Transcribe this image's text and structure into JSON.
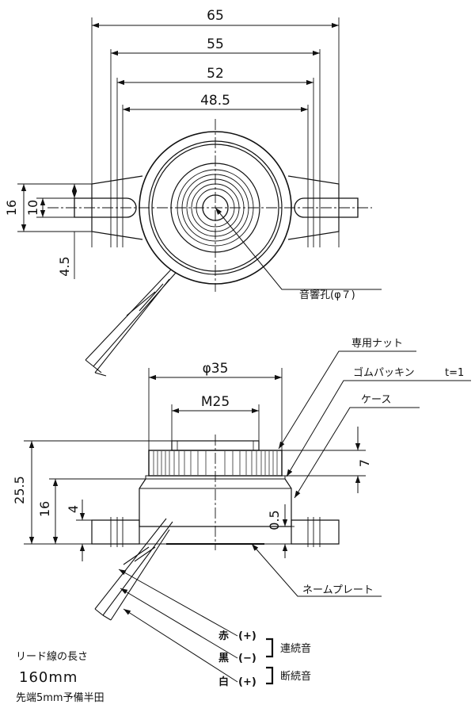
{
  "top_view": {
    "dims": {
      "d65": "65",
      "d55": "55",
      "d52": "52",
      "d485": "48.5",
      "d16": "16",
      "d10": "10",
      "d45": "4.5"
    },
    "hole_label": "音響孔(φ７)"
  },
  "side_view": {
    "dims": {
      "dia35": "φ35",
      "m25": "M25",
      "h255": "25.5",
      "h16": "16",
      "h4": "4",
      "h7": "7",
      "h05": "0.5"
    },
    "labels": {
      "nut": "専用ナット",
      "gasket": "ゴムパッキン",
      "gasket_t": "t=1",
      "case": "ケース",
      "nameplate": "ネームプレート"
    }
  },
  "wires": [
    {
      "color_label": "赤",
      "polarity": "(+)"
    },
    {
      "color_label": "黒",
      "polarity": "(−)"
    },
    {
      "color_label": "白",
      "polarity": "(+)"
    }
  ],
  "sound_modes": {
    "continuous": "連続音",
    "intermittent": "断続音"
  },
  "lead_note": {
    "line1": "リード線の長さ",
    "line2": "160mm",
    "line3": "先端5mm予備半田"
  }
}
